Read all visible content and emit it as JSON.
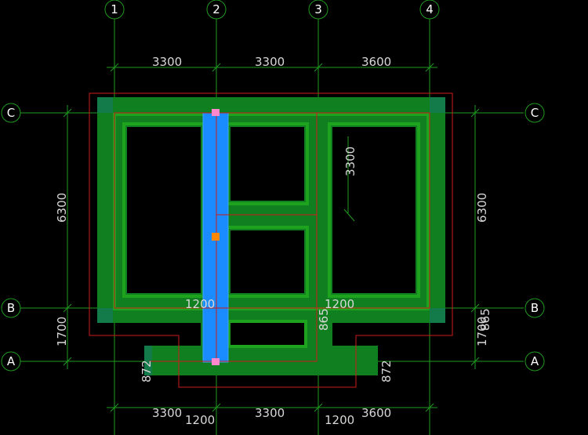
{
  "colors": {
    "background": "#000000",
    "grid_line": "#1f9a1f",
    "wall_fill": "#0f7f1f",
    "wall_edge": "#1ea31e",
    "beam_blue": "#1a8cff",
    "outline_red": "#cc1a1a",
    "grip_pink": "#ff88cc",
    "grip_orange": "#ff8800",
    "text": "#d8d8d8"
  },
  "axes": {
    "columns": [
      "1",
      "2",
      "3",
      "4"
    ],
    "rows": [
      "C",
      "B",
      "A"
    ]
  },
  "dimensions": {
    "top_row": [
      "3300",
      "3300",
      "3600"
    ],
    "bottom_row": [
      "3300",
      "3300",
      "3600"
    ],
    "bottom_sub": [
      "1200",
      "1200"
    ],
    "left_total": "6300",
    "left_lower": "1700",
    "right_total": "6300",
    "right_lower": "1700",
    "right_overlap": "865",
    "inner_vertical": "3300",
    "inner_mid_left": "1200",
    "inner_mid_right": "1200",
    "inner_vertical_small": "865",
    "left_bay": "872",
    "right_bay": "872"
  }
}
